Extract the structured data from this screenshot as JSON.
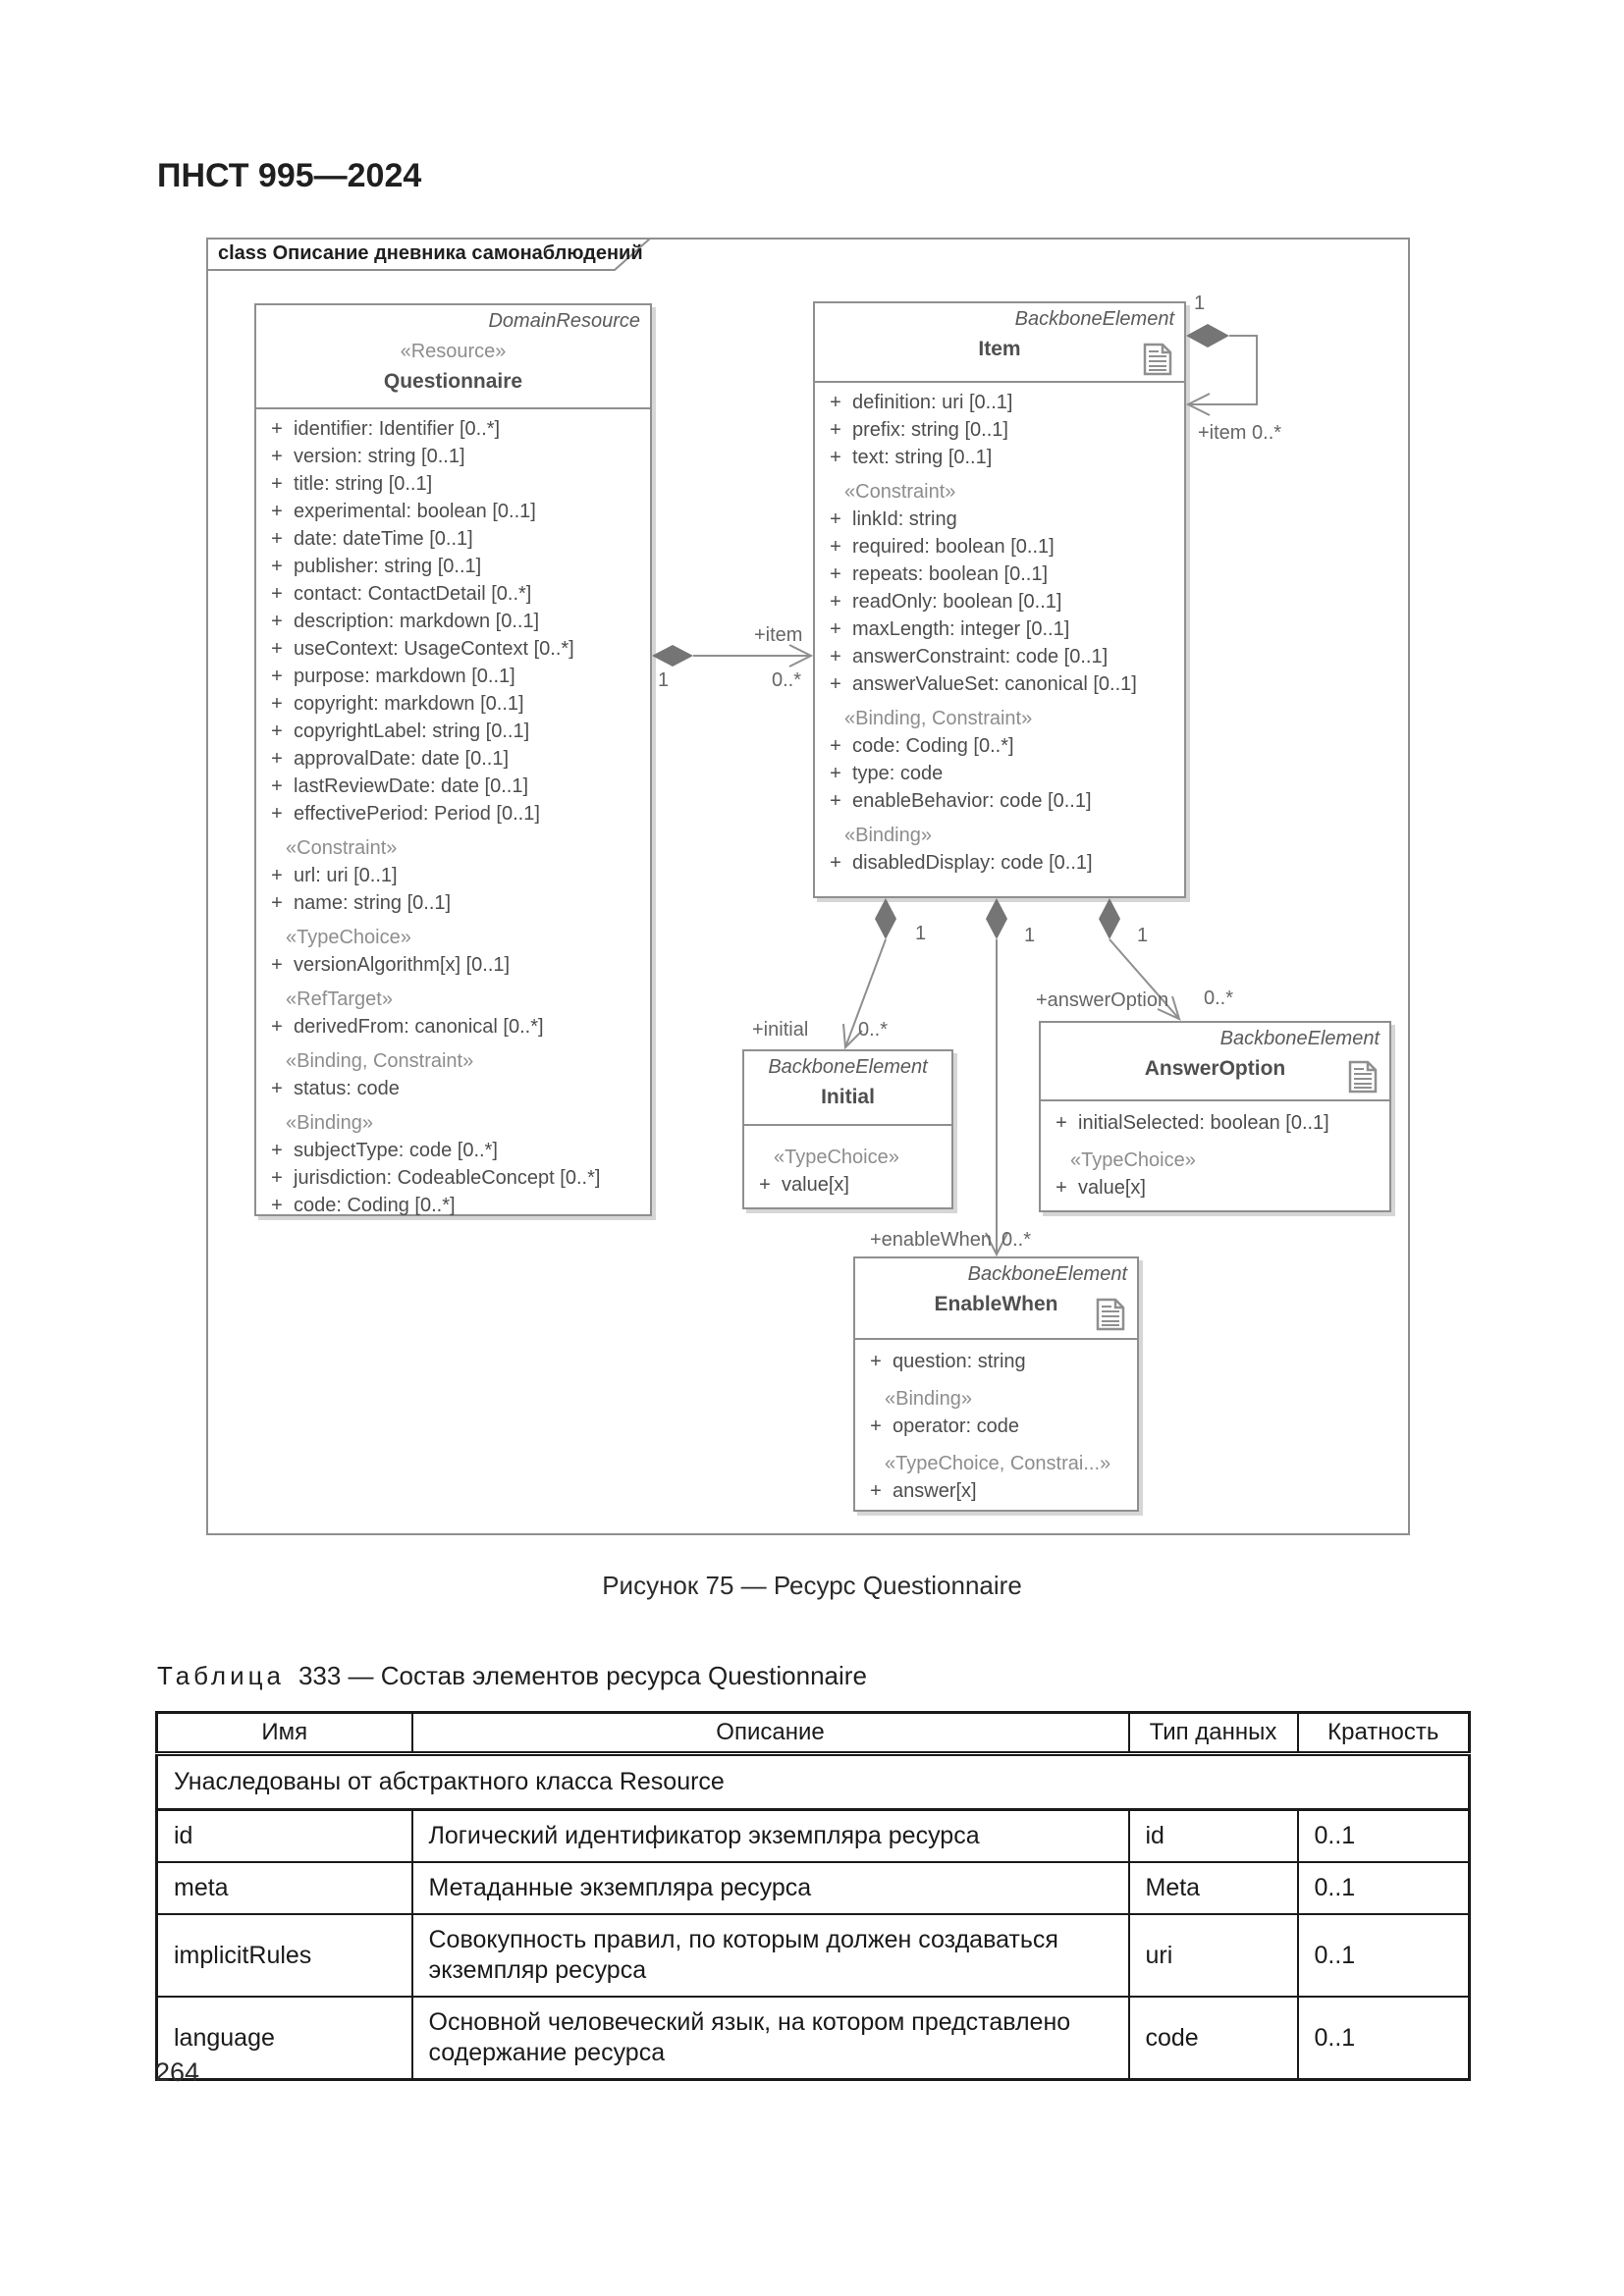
{
  "page": {
    "standard_code": "ПНСТ 995—2024",
    "figure_caption": "Рисунок 75 — Ресурс Questionnaire",
    "page_number": "264"
  },
  "colors": {
    "diagram_line": "#8f8f8f",
    "diagram_text": "#4d4d4d",
    "stereotype_text": "#8d8d8d",
    "body_text": "#1a1a1a"
  },
  "diagram": {
    "frame_label": "class Описание дневника самонаблюдений",
    "plus": "+",
    "questionnaire": {
      "parent": "DomainResource",
      "stereotype": "«Resource»",
      "name": "Questionnaire",
      "sections": [
        {
          "items": [
            "identifier: Identifier [0..*]",
            "version: string [0..1]",
            "title: string [0..1]",
            "experimental: boolean [0..1]",
            "date: dateTime [0..1]",
            "publisher: string [0..1]",
            "contact: ContactDetail [0..*]",
            "description: markdown [0..1]",
            "useContext: UsageContext [0..*]",
            "purpose: markdown [0..1]",
            "copyright: markdown [0..1]",
            "copyrightLabel: string [0..1]",
            "approvalDate: date [0..1]",
            "lastReviewDate: date [0..1]",
            "effectivePeriod: Period [0..1]"
          ]
        },
        {
          "title": "«Constraint»",
          "items": [
            "url: uri [0..1]",
            "name: string [0..1]"
          ]
        },
        {
          "title": "«TypeChoice»",
          "items": [
            "versionAlgorithm[x] [0..1]"
          ]
        },
        {
          "title": "«RefTarget»",
          "items": [
            "derivedFrom: canonical [0..*]"
          ]
        },
        {
          "title": "«Binding, Constraint»",
          "items": [
            "status: code"
          ]
        },
        {
          "title": "«Binding»",
          "items": [
            "subjectType: code [0..*]",
            "jurisdiction: CodeableConcept [0..*]",
            "code: Coding [0..*]"
          ]
        }
      ]
    },
    "item": {
      "parent": "BackboneElement",
      "name": "Item",
      "sections": [
        {
          "items": [
            "definition: uri [0..1]",
            "prefix: string [0..1]",
            "text: string [0..1]"
          ]
        },
        {
          "title": "«Constraint»",
          "items": [
            "linkId: string",
            "required: boolean [0..1]",
            "repeats: boolean [0..1]",
            "readOnly: boolean [0..1]",
            "maxLength: integer [0..1]",
            "answerConstraint: code [0..1]",
            "answerValueSet: canonical [0..1]"
          ]
        },
        {
          "title": "«Binding, Constraint»",
          "items": [
            "code: Coding [0..*]",
            "type: code",
            "enableBehavior: code [0..1]"
          ]
        },
        {
          "title": "«Binding»",
          "items": [
            "disabledDisplay: code [0..1]"
          ]
        }
      ]
    },
    "initial": {
      "parent": "BackboneElement",
      "name": "Initial",
      "sections": [
        {
          "title": "«TypeChoice»",
          "items": [
            "value[x]"
          ]
        }
      ]
    },
    "answer_option": {
      "parent": "BackboneElement",
      "name": "AnswerOption",
      "sections": [
        {
          "items": [
            "initialSelected: boolean [0..1]"
          ]
        },
        {
          "title": "«TypeChoice»",
          "items": [
            "value[x]"
          ]
        }
      ]
    },
    "enable_when": {
      "parent": "BackboneElement",
      "name": "EnableWhen",
      "sections": [
        {
          "items": [
            "question: string"
          ]
        },
        {
          "title": "«Binding»",
          "items": [
            "operator: code"
          ]
        },
        {
          "title": "«TypeChoice, Constrai...»",
          "items": [
            "answer[x]"
          ]
        }
      ]
    },
    "associations": {
      "item": {
        "role": "+item",
        "source_card": "1",
        "target_card": "0..*"
      },
      "item_self": {
        "source_card": "1",
        "role_card": "+item 0..*"
      },
      "initial": {
        "role": "+initial",
        "source_card": "1",
        "target_card": "0..*"
      },
      "enable_when": {
        "role": "+enableWhen",
        "source_card": "1",
        "target_card": "0..*"
      },
      "answer_option": {
        "role": "+answerOption",
        "source_card": "1",
        "target_card": "0..*"
      }
    }
  },
  "table": {
    "label_word": "Таблица",
    "label_rest": "333 — Состав элементов ресурса Questionnaire",
    "columns": [
      "Имя",
      "Описание",
      "Тип данных",
      "Кратность"
    ],
    "group_header": "Унаследованы от абстрактного класса Resource",
    "rows": [
      {
        "name": "id",
        "description": "Логический идентификатор экземпляра ресурса",
        "type": "id",
        "card": "0..1"
      },
      {
        "name": "meta",
        "description": "Метаданные экземпляра ресурса",
        "type": "Meta",
        "card": "0..1"
      },
      {
        "name": "implicitRules",
        "description": "Совокупность правил, по которым должен создаваться экземпляр ресурса",
        "type": "uri",
        "card": "0..1"
      },
      {
        "name": "language",
        "description": "Основной человеческий язык, на котором представлено содержание ресурса",
        "type": "code",
        "card": "0..1"
      }
    ]
  }
}
